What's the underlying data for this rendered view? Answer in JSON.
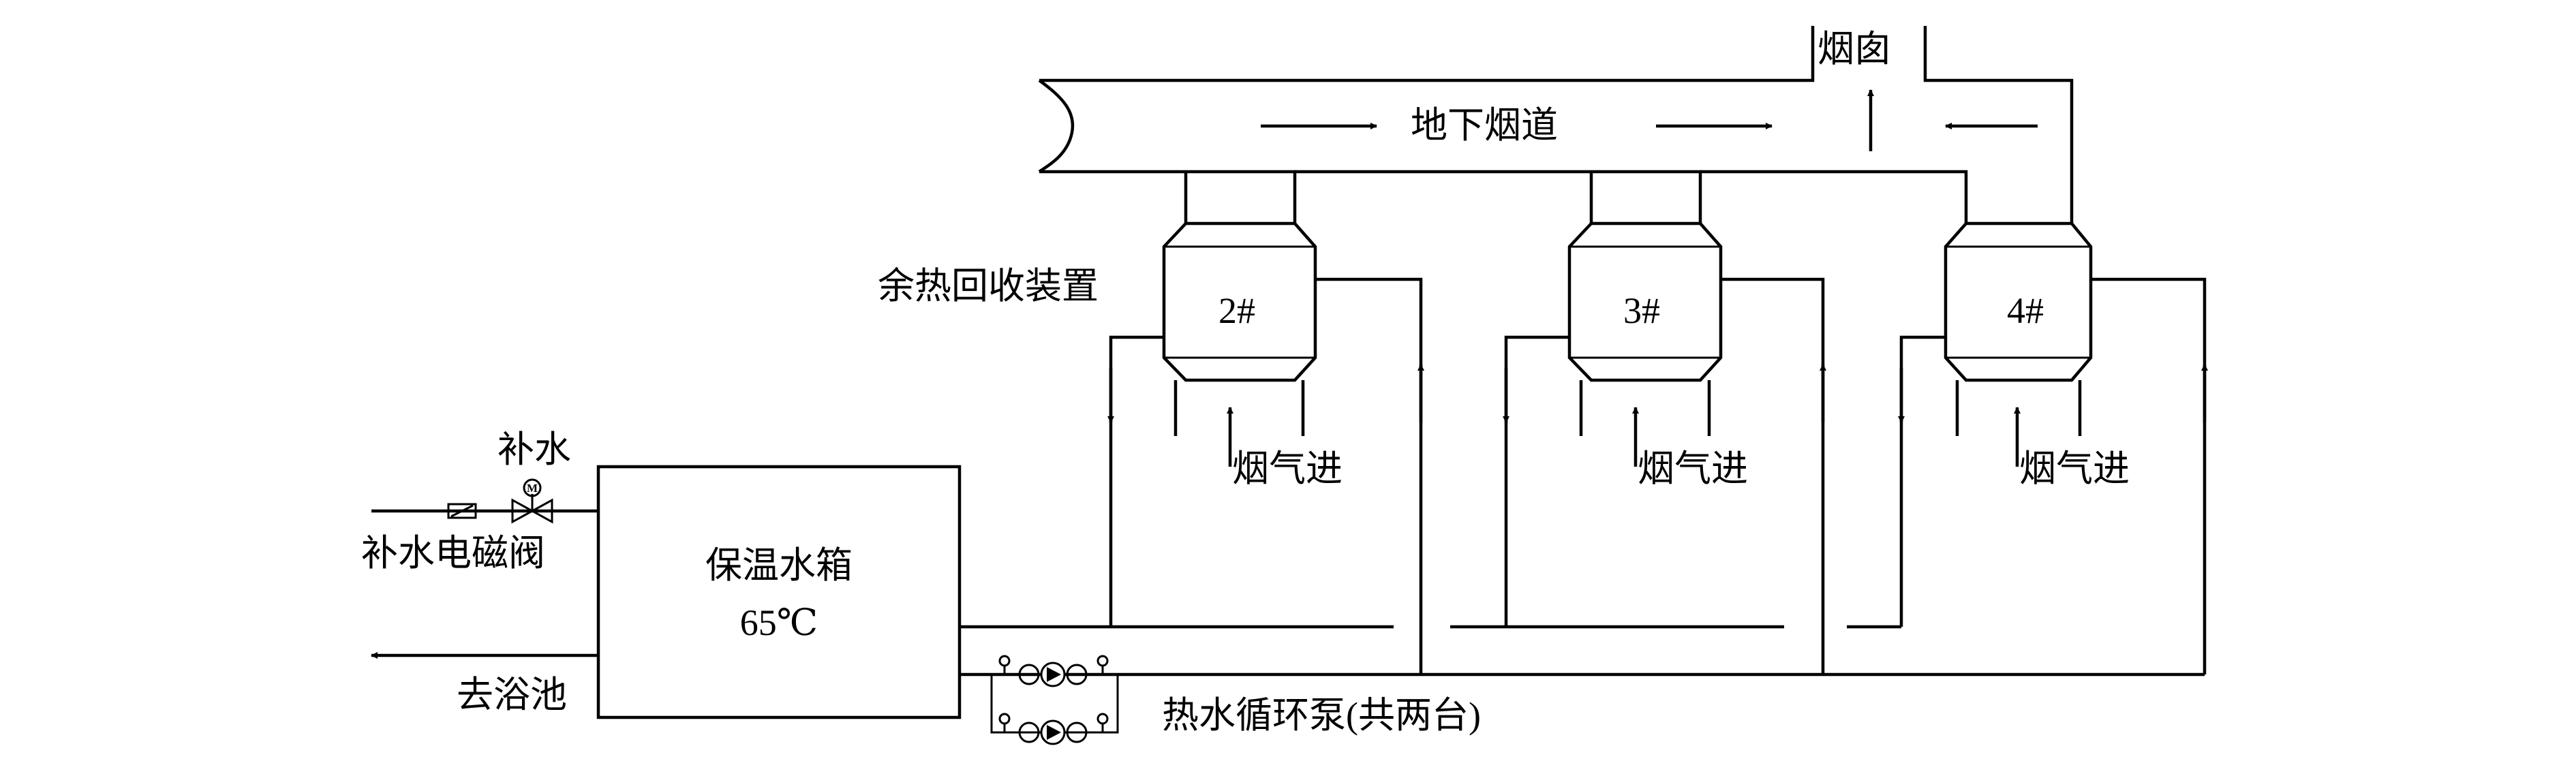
{
  "labels": {
    "chimney": "烟囱",
    "underground_flue": "地下烟道",
    "recovery_device": "余热回收装置",
    "unit_2": "2#",
    "unit_3": "3#",
    "unit_4": "4#",
    "flue_gas_in": "烟气进",
    "makeup_water": "补水",
    "makeup_valve": "补水电磁阀",
    "tank_name": "保温水箱",
    "tank_temp": "65℃",
    "to_bath": "去浴池",
    "pump": "热水循环泵(共两台)",
    "valve_motor_mark": "M"
  }
}
